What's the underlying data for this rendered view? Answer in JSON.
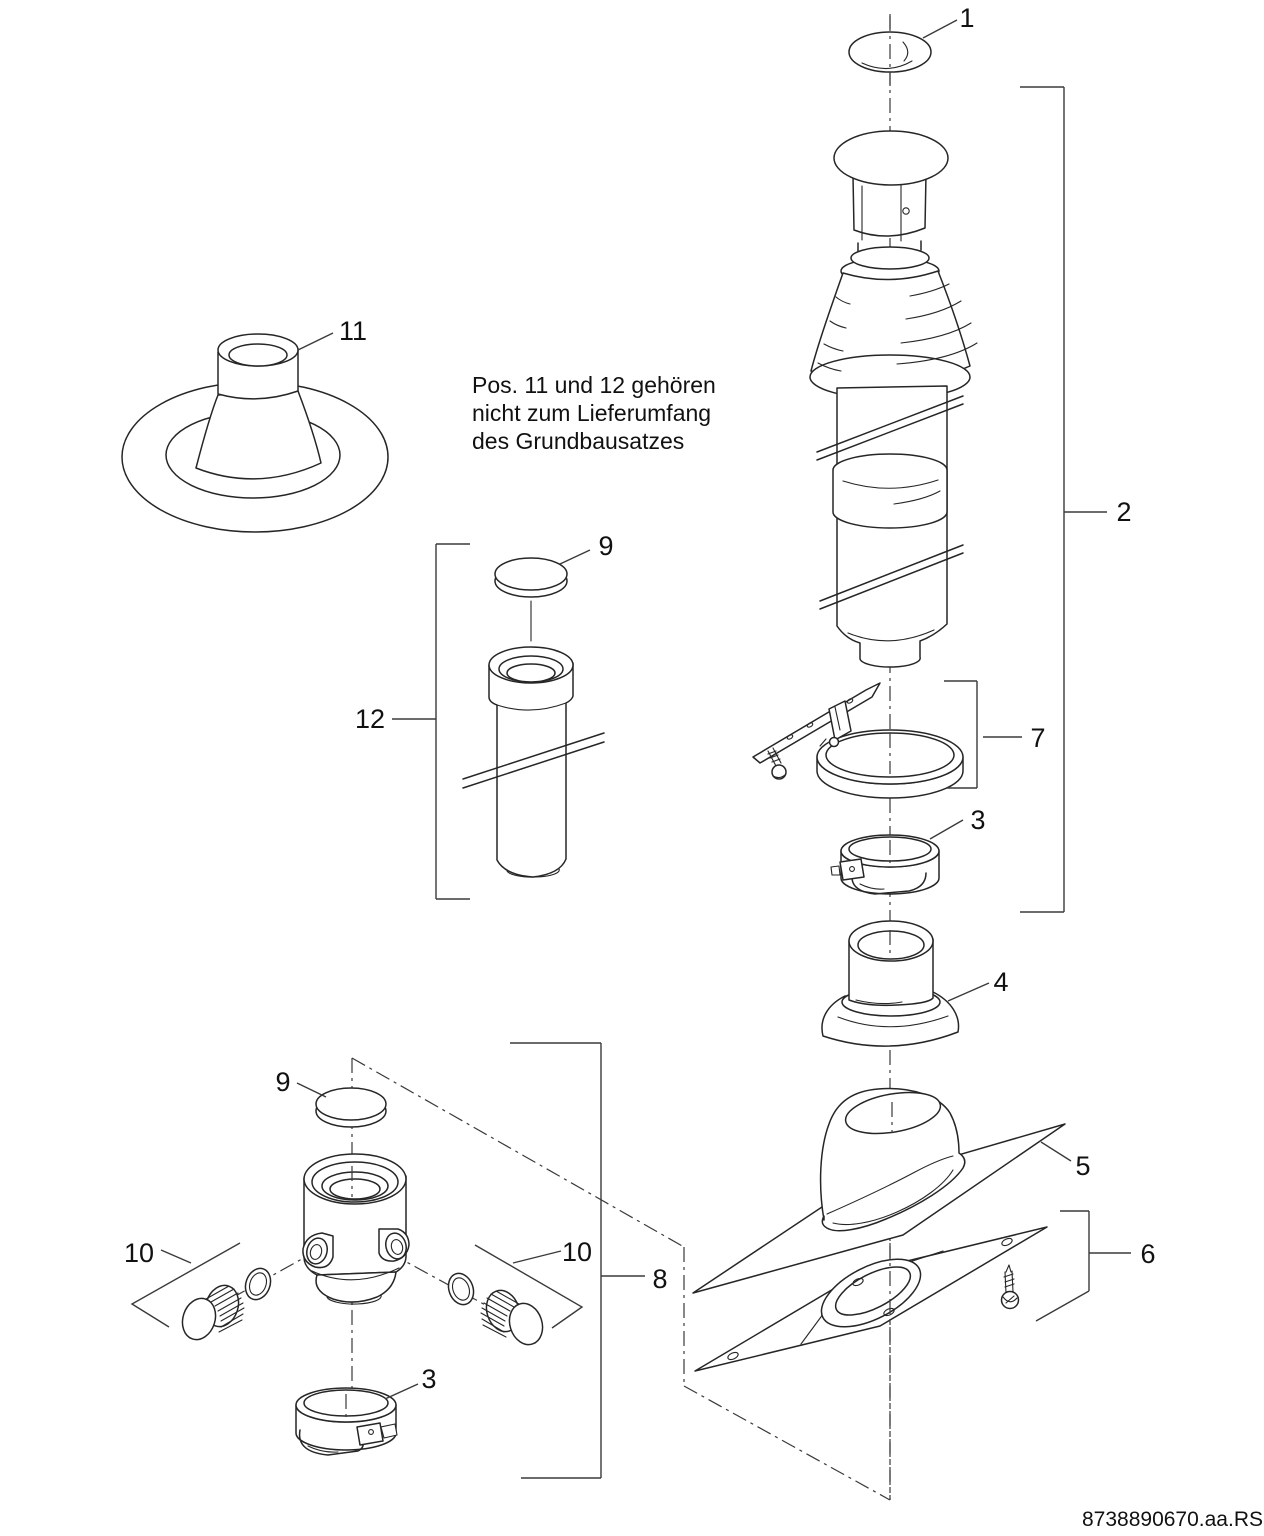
{
  "diagram": {
    "doc_number": "8738890670.aa.RS",
    "note_lines": [
      "Pos. 11 und 12 gehören",
      "nicht zum Lieferumfang",
      "des Grundbausatzes"
    ]
  },
  "labels": {
    "pos1": "1",
    "pos2": "2",
    "pos3_upper": "3",
    "pos3_lower": "3",
    "pos4": "4",
    "pos5": "5",
    "pos6": "6",
    "pos7": "7",
    "pos8": "8",
    "pos9_upper": "9",
    "pos9_lower": "9",
    "pos10_left": "10",
    "pos10_right": "10",
    "pos11": "11",
    "pos12": "12"
  },
  "colors": {
    "line": "#262626",
    "background": "#ffffff"
  }
}
